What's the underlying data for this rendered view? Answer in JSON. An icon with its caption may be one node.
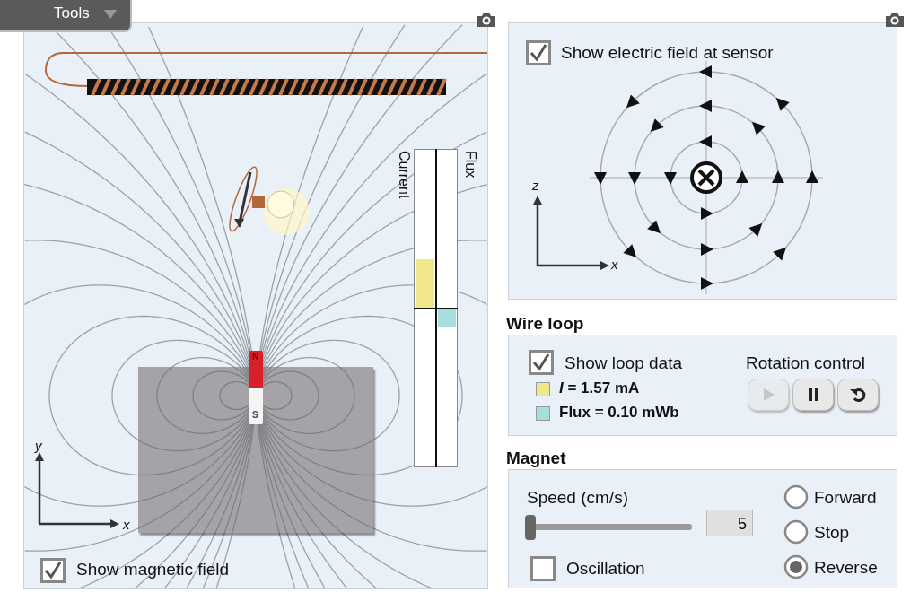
{
  "diagram": {
    "nodes": [
      {
        "text": [
          "Current",
          "Flux",
          "N",
          "S",
          "y",
          "x",
          "Show magnetic field"
        ]
      },
      {
        "text": [
          "Show electric field at sensor",
          "z",
          "x"
        ]
      },
      {
        "text": [
          "Wire loop",
          "Show loop data",
          "*I* = 1.57 mA",
          "Flux = 0.10 mWb",
          "Rotation control"
        ]
      },
      {
        "text": [
          "Magnet",
          "Speed (cm/s)",
          "5",
          "Forward",
          "Stop",
          "Reverse",
          "Oscillation"
        ]
      }
    ],
    "labels": [
      "Tools"
    ]
  }
}
